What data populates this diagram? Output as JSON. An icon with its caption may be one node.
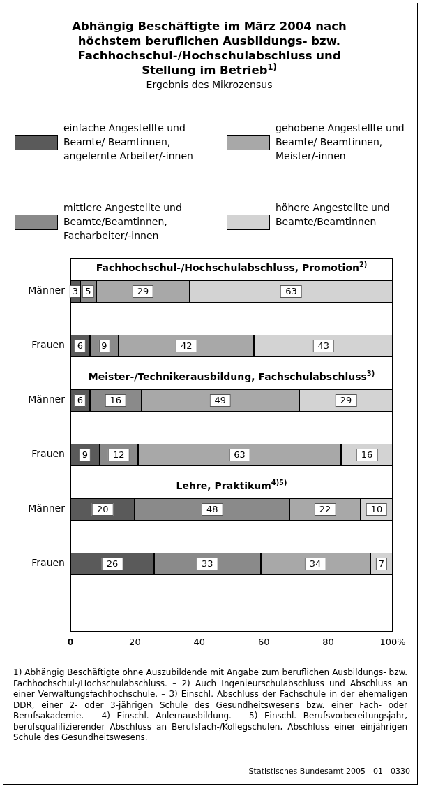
{
  "diagram": {
    "title": "Abhängig Beschäftigte im März 2004 nach höchstem beruflichen Ausbildungs- bzw. Fachhochschul-/Hochschulabschluss und Stellung im Betrieb$^{1)}$",
    "labels": [
      "Ergebnis des Mikrozensus",
      "Fachhochschul-/Hochschulabschluss, Promotion$^{2)}$",
      "Meister-/Technikerausbildung, Fachschulabschluss$^{3)}$",
      "Lehre, Praktikum$^{4)5)}$",
      "1) Abhängig Beschäftigte ohne Auszubildende mit Angabe zum beruflichen Ausbildungs- bzw. Fachhochschul-/Hochschulabschluss. – 2) Auch Ingenieurschulabschluss und Abschluss an einer Verwaltungsfachhochschule. – 3) Einschl. Abschluss der Fachschule in der ehemaligen DDR, einer 2- oder 3-jährigen Schule des Gesundheitswesens bzw. einer Fach- oder Berufsakademie. – 4) Einschl. Anlernausbildung. – 5) Einschl. Berufsvorbereitungsjahr, berufsqualifizierender Abschluss an Berufsfach-/Kollegschulen, Abschluss einer einjährigen Schule des Gesundheitswesens.",
      "Statistisches Bundesamt 2005 - 01 - 0330"
    ],
    "legend": [
      {
        "text": "einfache Angestellte und Beamte/ Beamtinnen, angelernte Arbeiter/-innen",
        "color": "#5a5a5a"
      },
      {
        "text": "gehobene Angestellte und Beamte/ Beamtinnen, Meister/-innen",
        "color": "#a8a8a8"
      },
      {
        "text": "mittlere Angestellte und Beamte/Beamtinnen, Facharbeiter/-innen",
        "color": "#8a8a8a"
      },
      {
        "text": "höhere Angestellte und Beamte/Beamtinnen",
        "color": "#d3d3d3"
      }
    ],
    "chart_data": {
      "type": "bar",
      "orientation": "horizontal",
      "stacked": true,
      "data_labels": true,
      "categories": [
        "Männer",
        "Frauen",
        "Männer",
        "Frauen",
        "Männer",
        "Frauen"
      ],
      "series": [
        {
          "color": "#5a5a5a",
          "values": [
            3,
            6,
            6,
            9,
            20,
            26
          ]
        },
        {
          "color": "#8a8a8a",
          "values": [
            5,
            9,
            16,
            12,
            48,
            33
          ]
        },
        {
          "color": "#a8a8a8",
          "values": [
            29,
            42,
            49,
            63,
            22,
            34
          ]
        },
        {
          "color": "#d3d3d3",
          "values": [
            63,
            43,
            29,
            16,
            10,
            7
          ]
        }
      ],
      "xlim": [
        0,
        100
      ],
      "xticks": [
        0,
        20,
        40,
        60,
        80,
        {
          "value": 100,
          "label": "100%"
        }
      ]
    }
  }
}
